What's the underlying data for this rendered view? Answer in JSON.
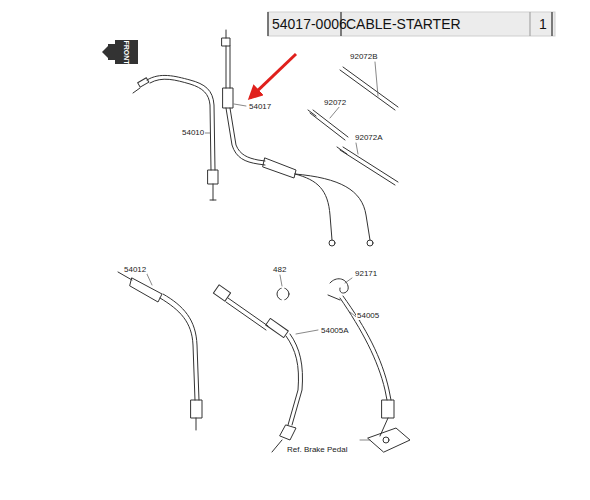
{
  "diagram": {
    "labels": [
      "54017-0006",
      "CABLE-STARTER",
      "1",
      "FRONT",
      "92072B",
      "92072",
      "54017",
      "54010",
      "92072A",
      "54012",
      "482",
      "92171",
      "54005",
      "54005A",
      "Ref. Brake Pedal"
    ]
  }
}
